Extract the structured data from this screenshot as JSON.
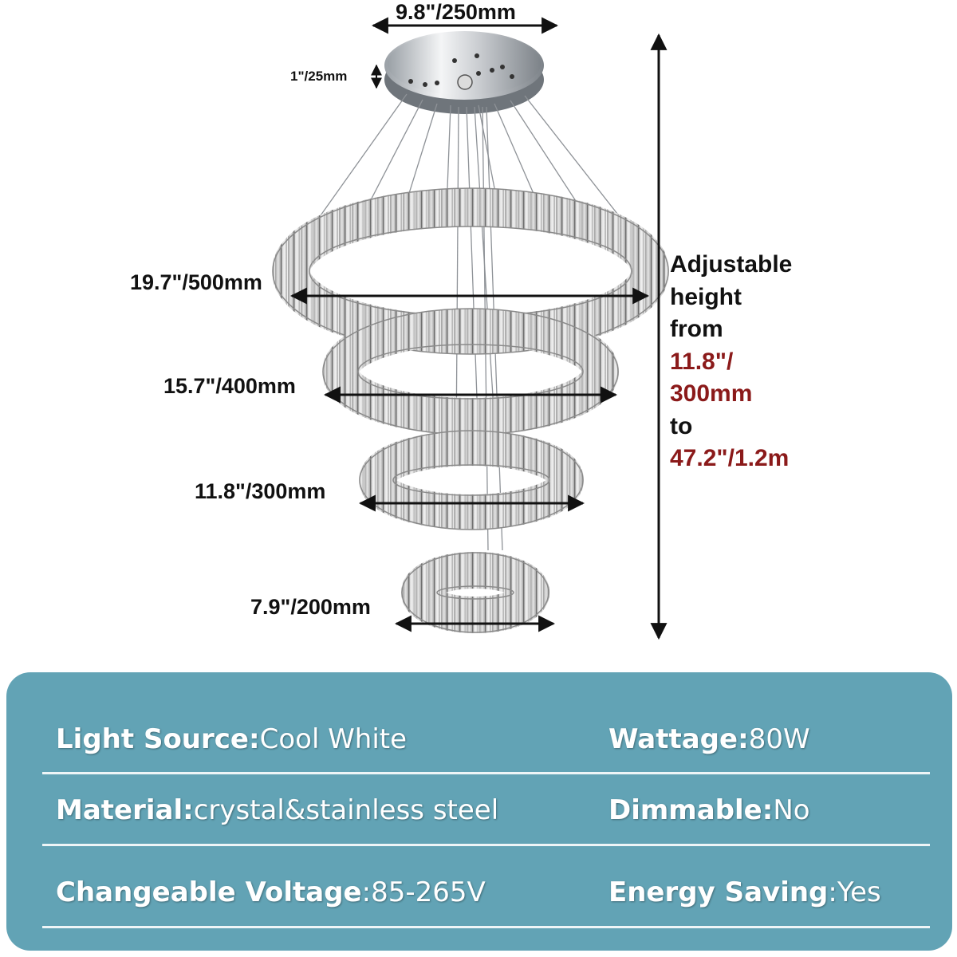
{
  "dimensions": {
    "canopy_diameter": "9.8\"/250mm",
    "canopy_height": "1\"/25mm",
    "ring1": "19.7\"/500mm",
    "ring2": "15.7\"/400mm",
    "ring3": "11.8\"/300mm",
    "ring4": "7.9\"/200mm"
  },
  "height_note": {
    "line1": "Adjustable",
    "line2": "height",
    "line3": "from",
    "min_a": "11.8\"/",
    "min_b": "300mm",
    "to": "to",
    "max": "47.2\"/1.2m"
  },
  "specs": {
    "light_source": {
      "label": "Light Source:",
      "value": "Cool White"
    },
    "wattage": {
      "label": "Wattage:",
      "value": "80W"
    },
    "material": {
      "label": "Material:",
      "value": "crystal&stainless steel"
    },
    "dimmable": {
      "label": "Dimmable:",
      "value": "No"
    },
    "voltage": {
      "label": "Changeable Voltage",
      "sep": ":",
      "value": "85-265V"
    },
    "energy": {
      "label": "Energy Saving",
      "sep": ":",
      "value": "Yes"
    }
  },
  "colors": {
    "panel": "#62a3b5",
    "accent_red": "#8b1a1a",
    "text_dark": "#111111"
  }
}
